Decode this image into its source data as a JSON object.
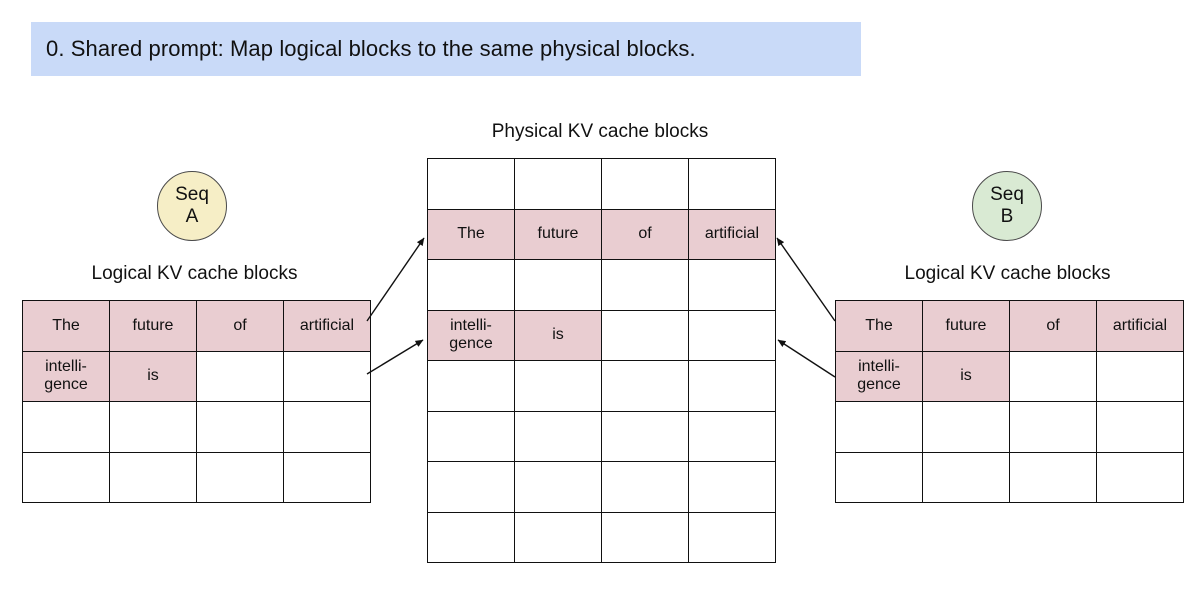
{
  "banner": {
    "text": "0. Shared prompt: Map logical blocks to the same physical blocks."
  },
  "physical": {
    "label": "Physical KV cache blocks",
    "rows": [
      [
        "",
        "",
        "",
        ""
      ],
      [
        "The",
        "future",
        "of",
        "artificial"
      ],
      [
        "",
        "",
        "",
        ""
      ],
      [
        "intelli-\ngence",
        "is",
        "",
        ""
      ],
      [
        "",
        "",
        "",
        ""
      ],
      [
        "",
        "",
        "",
        ""
      ],
      [
        "",
        "",
        "",
        ""
      ],
      [
        "",
        "",
        "",
        ""
      ]
    ]
  },
  "seq_a": {
    "badge_line1": "Seq",
    "badge_line2": "A",
    "label": "Logical KV cache blocks",
    "rows": [
      [
        "The",
        "future",
        "of",
        "artificial"
      ],
      [
        "intelli-\ngence",
        "is",
        "",
        ""
      ],
      [
        "",
        "",
        "",
        ""
      ],
      [
        "",
        "",
        "",
        ""
      ]
    ]
  },
  "seq_b": {
    "badge_line1": "Seq",
    "badge_line2": "B",
    "label": "Logical KV cache blocks",
    "rows": [
      [
        "The",
        "future",
        "of",
        "artificial"
      ],
      [
        "intelli-\ngence",
        "is",
        "",
        ""
      ],
      [
        "",
        "",
        "",
        ""
      ],
      [
        "",
        "",
        "",
        ""
      ]
    ]
  },
  "colors": {
    "banner_bg": "#c9daf8",
    "cell_highlight": "#e9cdd1",
    "seq_a_bg": "#f6eec6",
    "seq_b_bg": "#d9ead3",
    "arrow": "#111111"
  }
}
